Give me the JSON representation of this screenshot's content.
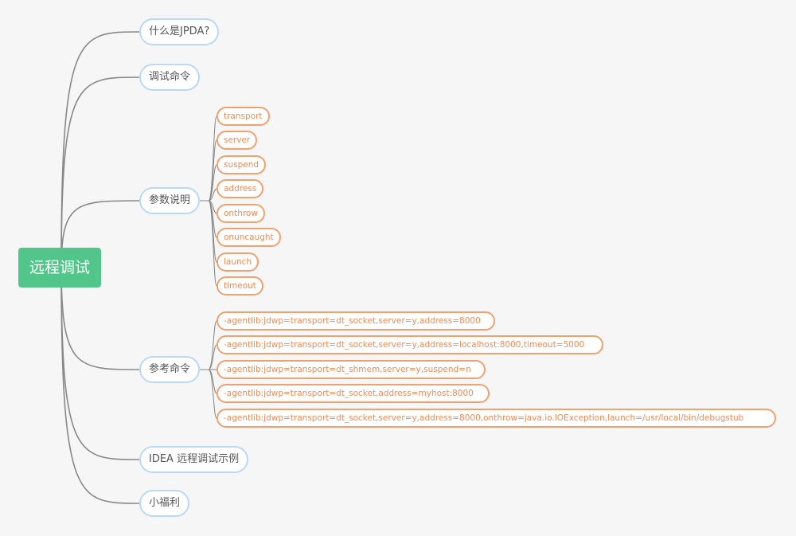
{
  "colors": {
    "background": "#f6f6f6",
    "root_fill": "#52c68a",
    "branch_border": "#b9d8fb",
    "leaf_border": "#f0a170",
    "leaf_text": "#ec8c56",
    "connector": "#888888"
  },
  "root": {
    "label": "远程调试"
  },
  "branches": [
    {
      "label": "什么是JPDA?"
    },
    {
      "label": "调试命令"
    },
    {
      "label": "参数说明",
      "children": [
        "transport",
        "server",
        "suspend",
        "address",
        "onthrow",
        "onuncaught",
        "launch",
        "timeout"
      ]
    },
    {
      "label": "参考命令",
      "children": [
        "-agentlib:jdwp=transport=dt_socket,server=y,address=8000",
        "-agentlib:jdwp=transport=dt_socket,server=y,address=localhost:8000,timeout=5000",
        "-agentlib:jdwp=transport=dt_shmem,server=y,suspend=n",
        "-agentlib:jdwp=transport=dt_socket,address=myhost:8000",
        "-agentlib:jdwp=transport=dt_socket,server=y,address=8000,onthrow=java.io.IOException,launch=/usr/local/bin/debugstub"
      ]
    },
    {
      "label": "IDEA 远程调试示例"
    },
    {
      "label": "小福利"
    }
  ]
}
